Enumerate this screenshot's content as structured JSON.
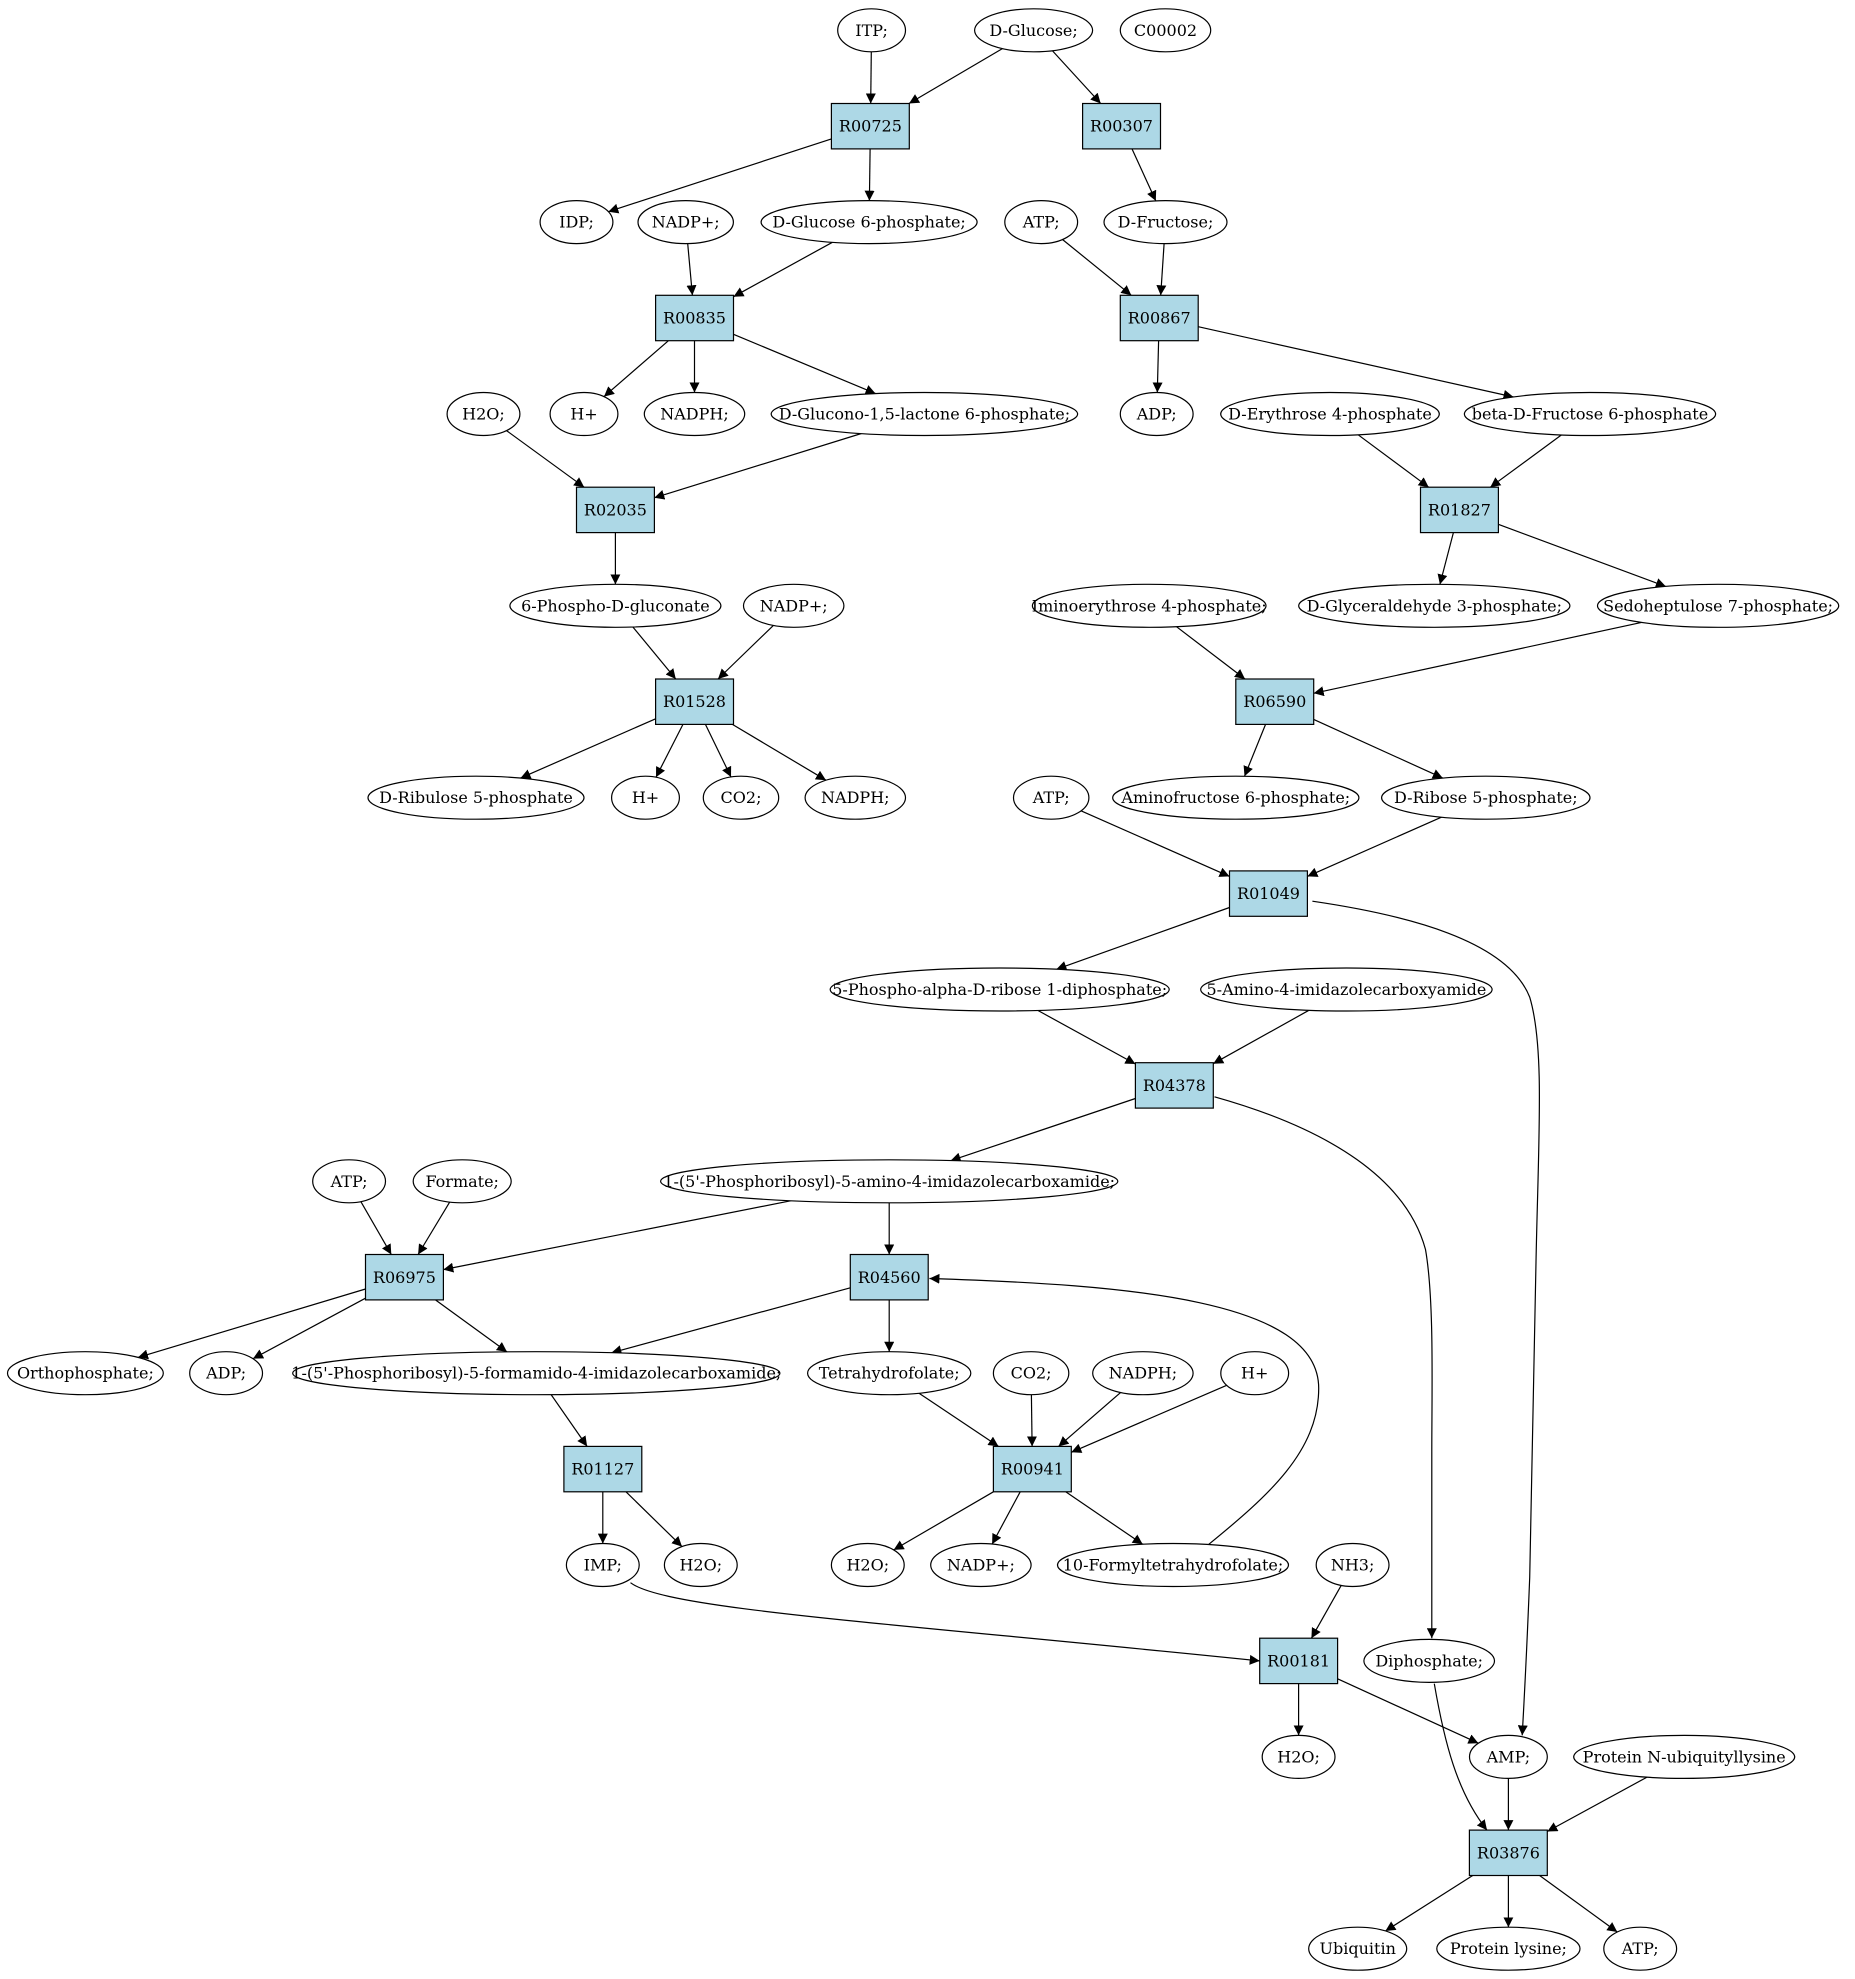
{
  "colors": {
    "reaction_fill": "#add8e6",
    "compound_fill": "#ffffff",
    "highlight_green": "#00ff00",
    "highlight_yellow": "#ffff00"
  },
  "nodes": [
    {
      "id": "itp",
      "kind": "compound",
      "label": "ITP;"
    },
    {
      "id": "dglucose",
      "kind": "compound",
      "label": "D-Glucose;",
      "highlight": "green"
    },
    {
      "id": "c00002",
      "kind": "compound",
      "label": "C00002",
      "highlight": "yellow"
    },
    {
      "id": "r00725",
      "kind": "reaction",
      "label": "R00725"
    },
    {
      "id": "r00307",
      "kind": "reaction",
      "label": "R00307"
    },
    {
      "id": "idp",
      "kind": "compound",
      "label": "IDP;"
    },
    {
      "id": "nadp1",
      "kind": "compound",
      "label": "NADP+;"
    },
    {
      "id": "g6p",
      "kind": "compound",
      "label": "D-Glucose 6-phosphate;"
    },
    {
      "id": "atp1",
      "kind": "compound",
      "label": "ATP;"
    },
    {
      "id": "dfructose",
      "kind": "compound",
      "label": "D-Fructose;"
    },
    {
      "id": "r00835",
      "kind": "reaction",
      "label": "R00835"
    },
    {
      "id": "r00867",
      "kind": "reaction",
      "label": "R00867"
    },
    {
      "id": "h2o1",
      "kind": "compound",
      "label": "H2O;"
    },
    {
      "id": "hplus1",
      "kind": "compound",
      "label": "H+"
    },
    {
      "id": "nadph1",
      "kind": "compound",
      "label": "NADPH;"
    },
    {
      "id": "glucono",
      "kind": "compound",
      "label": "D-Glucono-1,5-lactone 6-phosphate;"
    },
    {
      "id": "adp1",
      "kind": "compound",
      "label": "ADP;"
    },
    {
      "id": "erythrose",
      "kind": "compound",
      "label": "D-Erythrose 4-phosphate"
    },
    {
      "id": "bfructose",
      "kind": "compound",
      "label": "beta-D-Fructose 6-phosphate"
    },
    {
      "id": "r02035",
      "kind": "reaction",
      "label": "R02035"
    },
    {
      "id": "r01827",
      "kind": "reaction",
      "label": "R01827"
    },
    {
      "id": "gluconate",
      "kind": "compound",
      "label": "6-Phospho-D-gluconate"
    },
    {
      "id": "nadp2",
      "kind": "compound",
      "label": "NADP+;"
    },
    {
      "id": "iminoery",
      "kind": "compound",
      "label": "Iminoerythrose 4-phosphate;"
    },
    {
      "id": "glyceraldehyde",
      "kind": "compound",
      "label": "D-Glyceraldehyde 3-phosphate;"
    },
    {
      "id": "sedo",
      "kind": "compound",
      "label": "Sedoheptulose 7-phosphate;"
    },
    {
      "id": "r01528",
      "kind": "reaction",
      "label": "R01528"
    },
    {
      "id": "r06590",
      "kind": "reaction",
      "label": "R06590"
    },
    {
      "id": "ribulose",
      "kind": "compound",
      "label": "D-Ribulose 5-phosphate"
    },
    {
      "id": "hplus2",
      "kind": "compound",
      "label": "H+"
    },
    {
      "id": "co2a",
      "kind": "compound",
      "label": "CO2;"
    },
    {
      "id": "nadph2",
      "kind": "compound",
      "label": "NADPH;"
    },
    {
      "id": "atp2",
      "kind": "compound",
      "label": "ATP;"
    },
    {
      "id": "aminofruc",
      "kind": "compound",
      "label": "Aminofructose 6-phosphate;"
    },
    {
      "id": "ribose5p",
      "kind": "compound",
      "label": "D-Ribose 5-phosphate;"
    },
    {
      "id": "r01049",
      "kind": "reaction",
      "label": "R01049"
    },
    {
      "id": "prpp",
      "kind": "compound",
      "label": "5-Phospho-alpha-D-ribose 1-diphosphate;"
    },
    {
      "id": "aica",
      "kind": "compound",
      "label": "5-Amino-4-imidazolecarboxyamide"
    },
    {
      "id": "r04378",
      "kind": "reaction",
      "label": "R04378"
    },
    {
      "id": "atp3",
      "kind": "compound",
      "label": "ATP;"
    },
    {
      "id": "formate",
      "kind": "compound",
      "label": "Formate;"
    },
    {
      "id": "aicar",
      "kind": "compound",
      "label": "1-(5'-Phosphoribosyl)-5-amino-4-imidazolecarboxamide;"
    },
    {
      "id": "r06975",
      "kind": "reaction",
      "label": "R06975"
    },
    {
      "id": "r04560",
      "kind": "reaction",
      "label": "R04560"
    },
    {
      "id": "orthophos",
      "kind": "compound",
      "label": "Orthophosphate;"
    },
    {
      "id": "adp2",
      "kind": "compound",
      "label": "ADP;"
    },
    {
      "id": "faicar",
      "kind": "compound",
      "label": "1-(5'-Phosphoribosyl)-5-formamido-4-imidazolecarboxamide;"
    },
    {
      "id": "thf",
      "kind": "compound",
      "label": "Tetrahydrofolate;"
    },
    {
      "id": "co2b",
      "kind": "compound",
      "label": "CO2;"
    },
    {
      "id": "nadph3",
      "kind": "compound",
      "label": "NADPH;"
    },
    {
      "id": "hplus3",
      "kind": "compound",
      "label": "H+"
    },
    {
      "id": "r01127",
      "kind": "reaction",
      "label": "R01127"
    },
    {
      "id": "r00941",
      "kind": "reaction",
      "label": "R00941"
    },
    {
      "id": "imp",
      "kind": "compound",
      "label": "IMP;"
    },
    {
      "id": "h2o2",
      "kind": "compound",
      "label": "H2O;"
    },
    {
      "id": "h2o3",
      "kind": "compound",
      "label": "H2O;"
    },
    {
      "id": "nadp3",
      "kind": "compound",
      "label": "NADP+;"
    },
    {
      "id": "formylthf",
      "kind": "compound",
      "label": "10-Formyltetrahydrofolate;"
    },
    {
      "id": "nh3",
      "kind": "compound",
      "label": "NH3;"
    },
    {
      "id": "r00181",
      "kind": "reaction",
      "label": "R00181"
    },
    {
      "id": "diphos",
      "kind": "compound",
      "label": "Diphosphate;"
    },
    {
      "id": "h2o4",
      "kind": "compound",
      "label": "H2O;"
    },
    {
      "id": "amp",
      "kind": "compound",
      "label": "AMP;"
    },
    {
      "id": "protubi",
      "kind": "compound",
      "label": "Protein N-ubiquityllysine"
    },
    {
      "id": "r03876",
      "kind": "reaction",
      "label": "R03876"
    },
    {
      "id": "ubiquitin",
      "kind": "compound",
      "label": "Ubiquitin"
    },
    {
      "id": "protlys",
      "kind": "compound",
      "label": "Protein lysine;"
    },
    {
      "id": "atp4",
      "kind": "compound",
      "label": "ATP;"
    }
  ],
  "edges": [
    [
      "itp",
      "r00725"
    ],
    [
      "dglucose",
      "r00725"
    ],
    [
      "dglucose",
      "r00307"
    ],
    [
      "r00725",
      "idp"
    ],
    [
      "r00725",
      "g6p"
    ],
    [
      "r00307",
      "dfructose"
    ],
    [
      "nadp1",
      "r00835"
    ],
    [
      "g6p",
      "r00835"
    ],
    [
      "atp1",
      "r00867"
    ],
    [
      "dfructose",
      "r00867"
    ],
    [
      "r00835",
      "hplus1"
    ],
    [
      "r00835",
      "nadph1"
    ],
    [
      "r00835",
      "glucono"
    ],
    [
      "r00867",
      "adp1"
    ],
    [
      "r00867",
      "bfructose"
    ],
    [
      "h2o1",
      "r02035"
    ],
    [
      "glucono",
      "r02035"
    ],
    [
      "erythrose",
      "r01827"
    ],
    [
      "bfructose",
      "r01827"
    ],
    [
      "r02035",
      "gluconate"
    ],
    [
      "r01827",
      "glyceraldehyde"
    ],
    [
      "r01827",
      "sedo"
    ],
    [
      "gluconate",
      "r01528"
    ],
    [
      "nadp2",
      "r01528"
    ],
    [
      "iminoery",
      "r06590"
    ],
    [
      "sedo",
      "r06590"
    ],
    [
      "r01528",
      "ribulose"
    ],
    [
      "r01528",
      "hplus2"
    ],
    [
      "r01528",
      "co2a"
    ],
    [
      "r01528",
      "nadph2"
    ],
    [
      "r06590",
      "aminofruc"
    ],
    [
      "r06590",
      "ribose5p"
    ],
    [
      "atp2",
      "r01049"
    ],
    [
      "ribose5p",
      "r01049"
    ],
    [
      "r01049",
      "prpp"
    ],
    [
      "r01049",
      "amp"
    ],
    [
      "prpp",
      "r04378"
    ],
    [
      "aica",
      "r04378"
    ],
    [
      "r04378",
      "aicar"
    ],
    [
      "r04378",
      "diphos"
    ],
    [
      "atp3",
      "r06975"
    ],
    [
      "formate",
      "r06975"
    ],
    [
      "aicar",
      "r06975"
    ],
    [
      "aicar",
      "r04560"
    ],
    [
      "r06975",
      "orthophos"
    ],
    [
      "r06975",
      "adp2"
    ],
    [
      "r06975",
      "faicar"
    ],
    [
      "r04560",
      "faicar"
    ],
    [
      "r04560",
      "thf"
    ],
    [
      "thf",
      "r00941"
    ],
    [
      "co2b",
      "r00941"
    ],
    [
      "nadph3",
      "r00941"
    ],
    [
      "hplus3",
      "r00941"
    ],
    [
      "faicar",
      "r01127"
    ],
    [
      "r01127",
      "imp"
    ],
    [
      "r01127",
      "h2o2"
    ],
    [
      "r00941",
      "h2o3"
    ],
    [
      "r00941",
      "nadp3"
    ],
    [
      "r00941",
      "formylthf"
    ],
    [
      "formylthf",
      "r04560"
    ],
    [
      "imp",
      "r00181"
    ],
    [
      "nh3",
      "r00181"
    ],
    [
      "r00181",
      "h2o4"
    ],
    [
      "r00181",
      "amp"
    ],
    [
      "diphos",
      "r03876"
    ],
    [
      "amp",
      "r03876"
    ],
    [
      "protubi",
      "r03876"
    ],
    [
      "r03876",
      "ubiquitin"
    ],
    [
      "r03876",
      "protlys"
    ],
    [
      "r03876",
      "atp4"
    ]
  ]
}
